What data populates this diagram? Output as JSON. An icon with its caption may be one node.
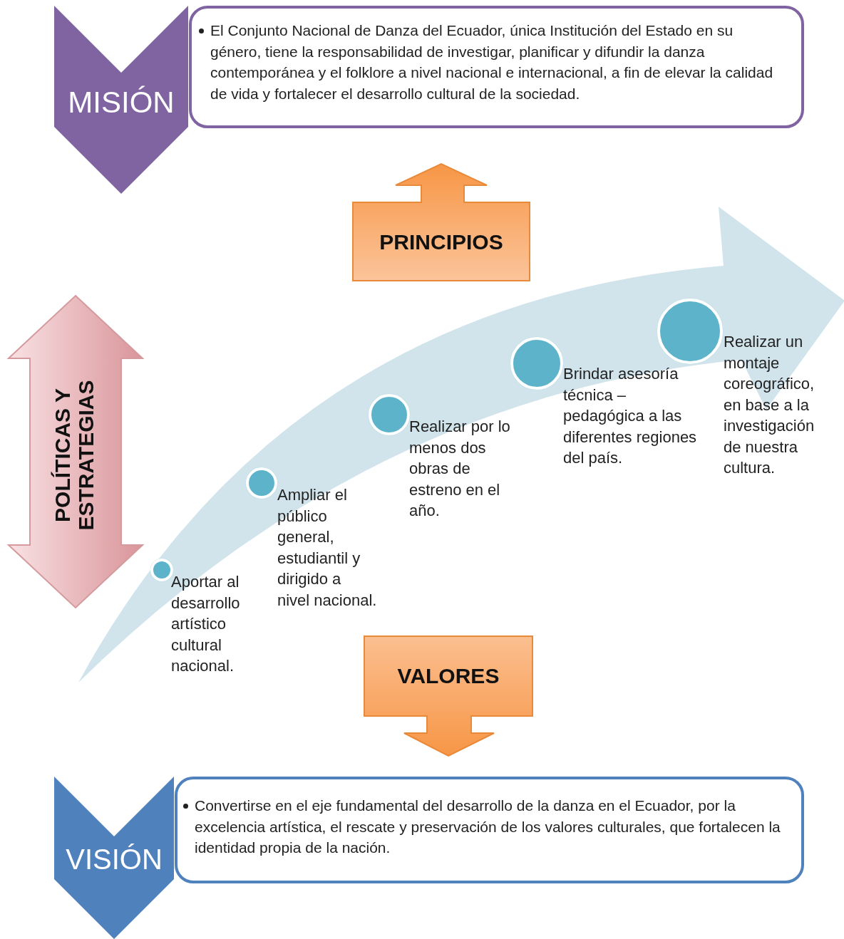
{
  "diagram": {
    "nodes": [
      {
        "text": [
          "MISIÓN"
        ]
      },
      {
        "text": [
          "El Conjunto Nacional de Danza del Ecuador, única Institución del Estado en su género, tiene la responsabilidad de investigar, planificar y difundir la danza contemporánea y el folklore a nivel nacional e internacional, a fin de elevar la calidad de vida y fortalecer el desarrollo cultural de la sociedad."
        ]
      },
      {
        "text": [
          "PRINCIPIOS"
        ]
      },
      {
        "text": [
          "POLÍTICAS Y ESTRATEGIAS"
        ]
      },
      {
        "text": [],
        "shape": "arrow"
      },
      {
        "text": [],
        "shape": "circle",
        "in": 4,
        "beside": [
          "Aportar al desarrollo artístico cultural nacional."
        ]
      },
      {
        "text": [],
        "shape": "circle",
        "in": 4,
        "beside": [
          "Ampliar el público general, estudiantil y dirigido a nivel nacional."
        ]
      },
      {
        "text": [],
        "shape": "circle",
        "in": 4,
        "beside": [
          "Realizar por lo menos dos obras de estreno en el año."
        ]
      },
      {
        "text": [],
        "shape": "circle",
        "in": 4,
        "beside": [
          "Brindar asesoría técnica – pedagógica a las diferentes regiones del país."
        ]
      },
      {
        "text": [],
        "shape": "circle",
        "in": 4,
        "beside": [
          "Realizar un montaje coreográfico, en base a la investigación de nuestra cultura."
        ]
      },
      {
        "text": [
          "VALORES"
        ]
      },
      {
        "text": [
          "VISIÓN"
        ]
      },
      {
        "text": [
          "Convertirse en el eje fundamental del desarrollo de la danza en el Ecuador, por la excelencia artística, el rescate y preservación de los valores culturales, que fortalecen la identidad propia de la nación."
        ]
      }
    ]
  }
}
